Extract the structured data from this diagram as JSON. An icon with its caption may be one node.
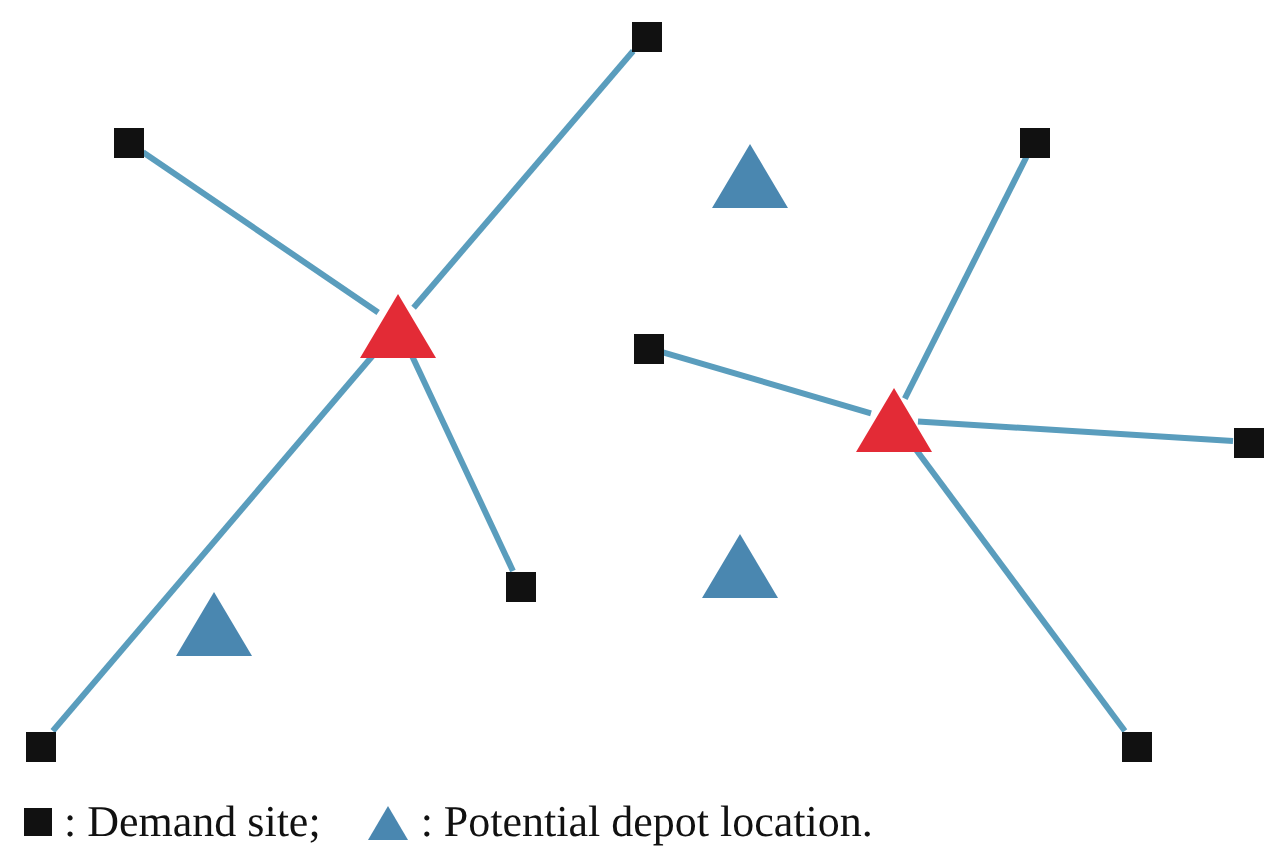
{
  "diagram": {
    "nodes": [
      {
        "text": [],
        "shape": "box"
      },
      {
        "text": [],
        "shape": "box"
      },
      {
        "text": [],
        "shape": "triangle"
      },
      {
        "text": [],
        "shape": "box"
      },
      {
        "text": [],
        "shape": "triangle"
      },
      {
        "text": [],
        "shape": "box"
      },
      {
        "text": [],
        "shape": "triangle"
      },
      {
        "text": [],
        "shape": "box"
      },
      {
        "text": [],
        "shape": "box"
      },
      {
        "text": [],
        "shape": "triangle"
      },
      {
        "text": [],
        "shape": "triangle"
      },
      {
        "text": [],
        "shape": "box"
      },
      {
        "text": [],
        "shape": "box"
      }
    ],
    "edges": [
      {
        "from": 4,
        "to": 0,
        "arrow": "none"
      },
      {
        "from": 4,
        "to": 1,
        "arrow": "none"
      },
      {
        "from": 4,
        "to": 8,
        "arrow": "none"
      },
      {
        "from": 4,
        "to": 11,
        "arrow": "none"
      },
      {
        "from": 6,
        "to": 3,
        "arrow": "none"
      },
      {
        "from": 6,
        "to": 5,
        "arrow": "none"
      },
      {
        "from": 6,
        "to": 7,
        "arrow": "none"
      },
      {
        "from": 6,
        "to": 12,
        "arrow": "none"
      }
    ],
    "legend": [
      {
        "text": ": Demand site;"
      },
      {
        "text": ": Potential depot location."
      }
    ]
  }
}
